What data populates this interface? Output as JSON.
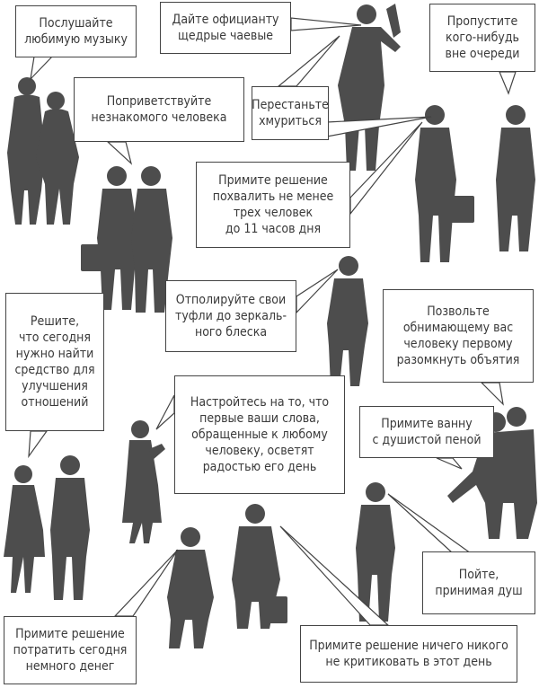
{
  "colors": {
    "silhouette": "#4d4d4d",
    "bubble_border": "#444444",
    "text": "#3a3a3a",
    "background": "#ffffff"
  },
  "bubbles": {
    "music": "Послушайте\nлюбимую музыку",
    "tip": "Дайте официанту\nщедрые чаевые",
    "queue": "Пропустите\nкого-нибудь\nвне очереди",
    "greet": "Поприветствуйте\nнезнакомого человека",
    "frown": "Перестаньте\nхмуриться",
    "praise": "Примите решение\nпохвалить не менее\nтрех человек\nдо 11 часов дня",
    "shoes": "Отполируйте свои\nтуфли до зеркаль-\nного блеска",
    "hug": "Позвольте\nобнимающему вас\nчеловеку первому\nразомкнуть объятия",
    "relations": "Решите,\nчто сегодня\nнужно найти\nсредство для\nулучшения\nотношений",
    "words": "Настройтесь на то, что\nпервые ваши слова,\nобращенные к любому\nчеловеку, осветят\nрадостью его день",
    "bath": "Примите ванну\nс душистой пеной",
    "sing": "Пойте,\nпринимая душ",
    "money": "Примите решение\nпотратить сегодня\nнемного денег",
    "criticize": "Примите решение ничего никого\nне критиковать в этот день"
  }
}
